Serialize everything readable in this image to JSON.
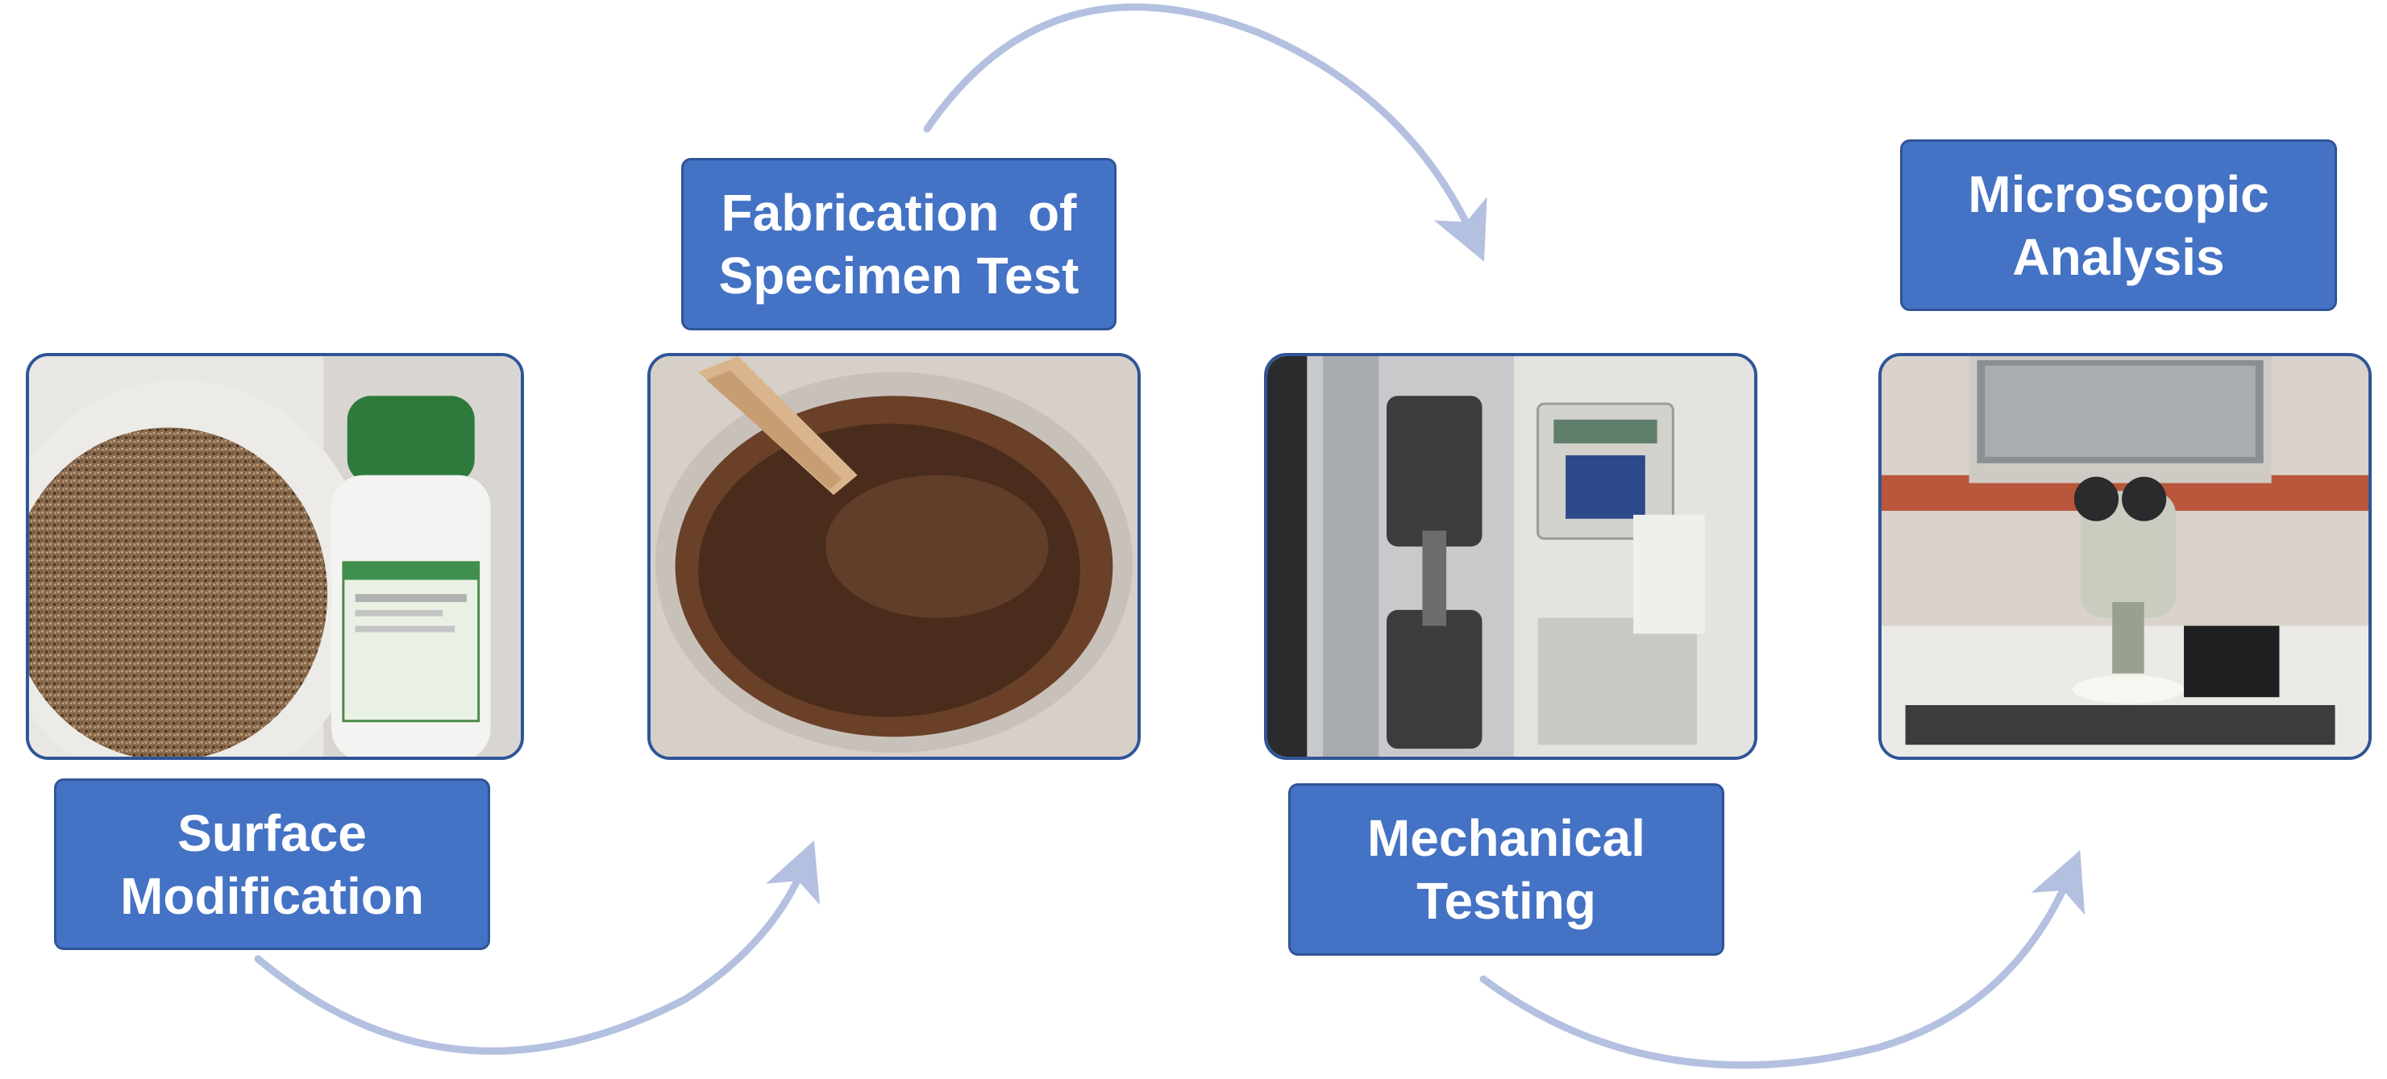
{
  "steps": [
    {
      "line1": "Surface",
      "line2": "Modification",
      "photo_icon": "powder-and-reagent-bottle-photo"
    },
    {
      "line1": "Fabrication  of",
      "line2": "Specimen Test",
      "photo_icon": "resin-mixing-bowl-photo"
    },
    {
      "line1": "Mechanical",
      "line2": "Testing",
      "photo_icon": "tensile-testing-machine-photo"
    },
    {
      "line1": "Microscopic",
      "line2": "Analysis",
      "photo_icon": "stereo-microscope-photo"
    }
  ],
  "colors": {
    "box_fill": "#4472c4",
    "box_border": "#2f5597",
    "box_text": "#ffffff",
    "arrow": "#b4c0e0"
  }
}
